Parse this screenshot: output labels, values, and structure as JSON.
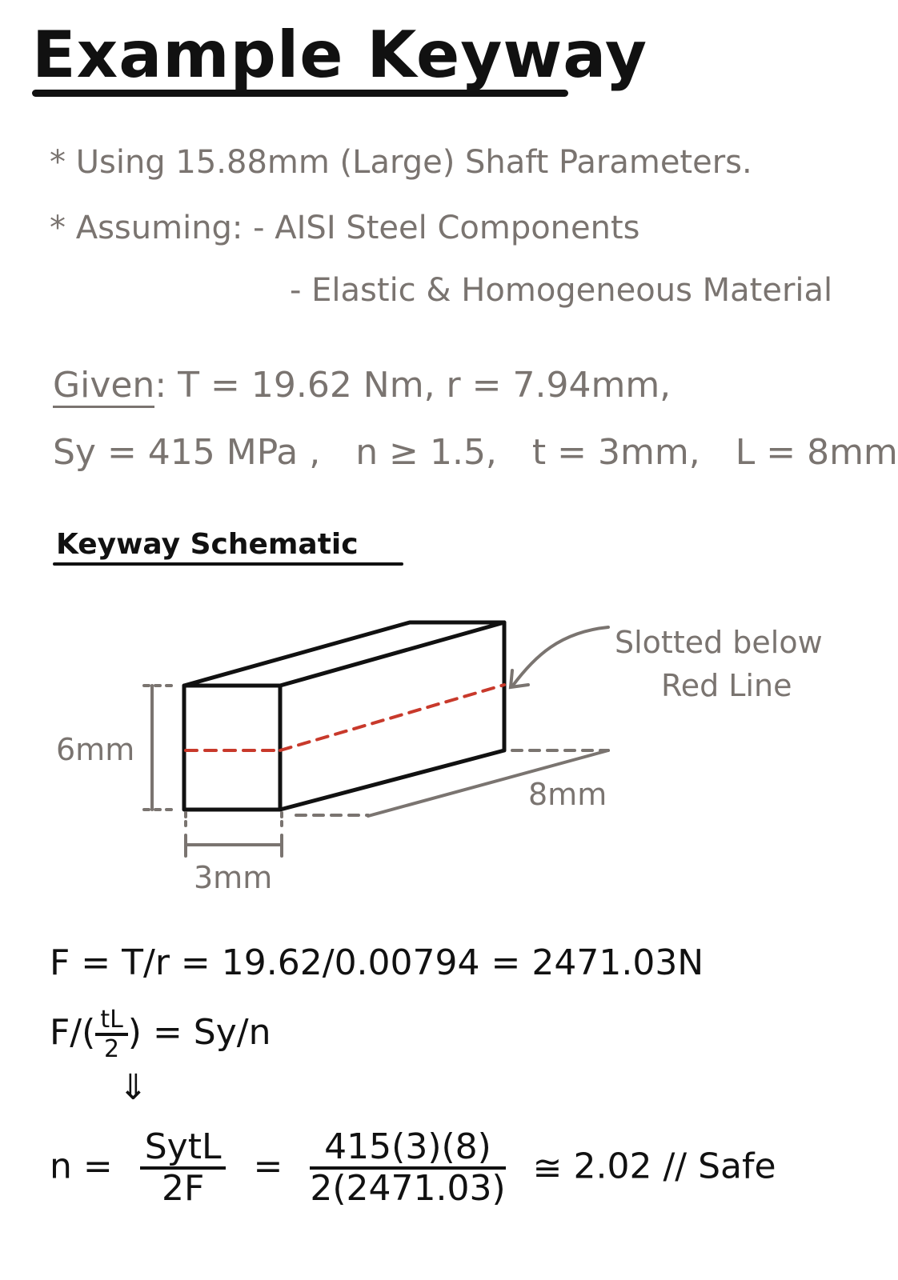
{
  "title": "Example Keyway",
  "notes": {
    "line1": "* Using 15.88mm (Large) Shaft Parameters.",
    "line2": "* Assuming: - AISI Steel Components",
    "line3": "- Elastic & Homogeneous Material"
  },
  "given": {
    "label": "Given",
    "row1_rest": ": T = 19.62 Nm,   r = 7.94mm,",
    "sy": "Sy = 415 MPa ,",
    "n": "n ≥ 1.5,",
    "t": "t = 3mm,",
    "L": "L = 8mm"
  },
  "schematic": {
    "title": "Keyway Schematic",
    "height_label": "6mm",
    "width_label": "3mm",
    "length_label": "8mm",
    "annotation_line1": "Slotted below",
    "annotation_line2": "Red Line",
    "red_color": "#c8392b"
  },
  "equations": {
    "eq1": "F = T/r  =  19.62/0.00794  =  2471.03N",
    "eq2_left": "F/(",
    "eq2_num": "tL",
    "eq2_den": "2",
    "eq2_right": ") = Sy/n",
    "arrow": "⇓",
    "eq3_lhs": "n =",
    "eq3_frac1_num": "SytL",
    "eq3_frac1_den": "2F",
    "eq3_eq": "=",
    "eq3_frac2_num": "415(3)(8)",
    "eq3_frac2_den": "2(2471.03)",
    "eq3_approx": "≅",
    "eq3_result": "2.02",
    "eq3_safe": "// Safe"
  }
}
